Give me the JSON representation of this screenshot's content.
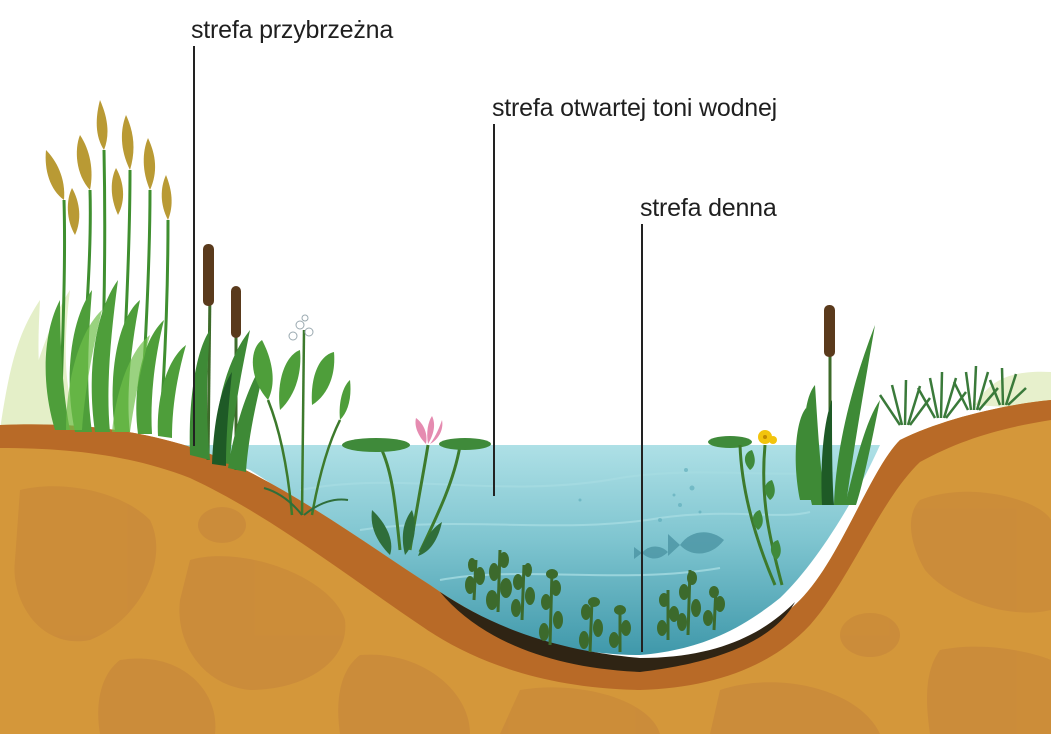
{
  "zones": {
    "littoral": "strefa przybrzeżna",
    "pelagic": "strefa otwartej toni wodnej",
    "benthic": "strefa denna"
  },
  "colors": {
    "water": "#7fc5d0",
    "water_deep": "#4ea6b6",
    "soil": "#d4973a",
    "soil_dark": "#b86a27",
    "sediment": "#2f2414",
    "plant_green": "#3e8a36",
    "reed_gold": "#b99a34",
    "cattail_brown": "#5a3a1c",
    "lily_pink": "#e58bb0",
    "marsh_marigold": "#f2c40d",
    "label_line": "#222222"
  }
}
